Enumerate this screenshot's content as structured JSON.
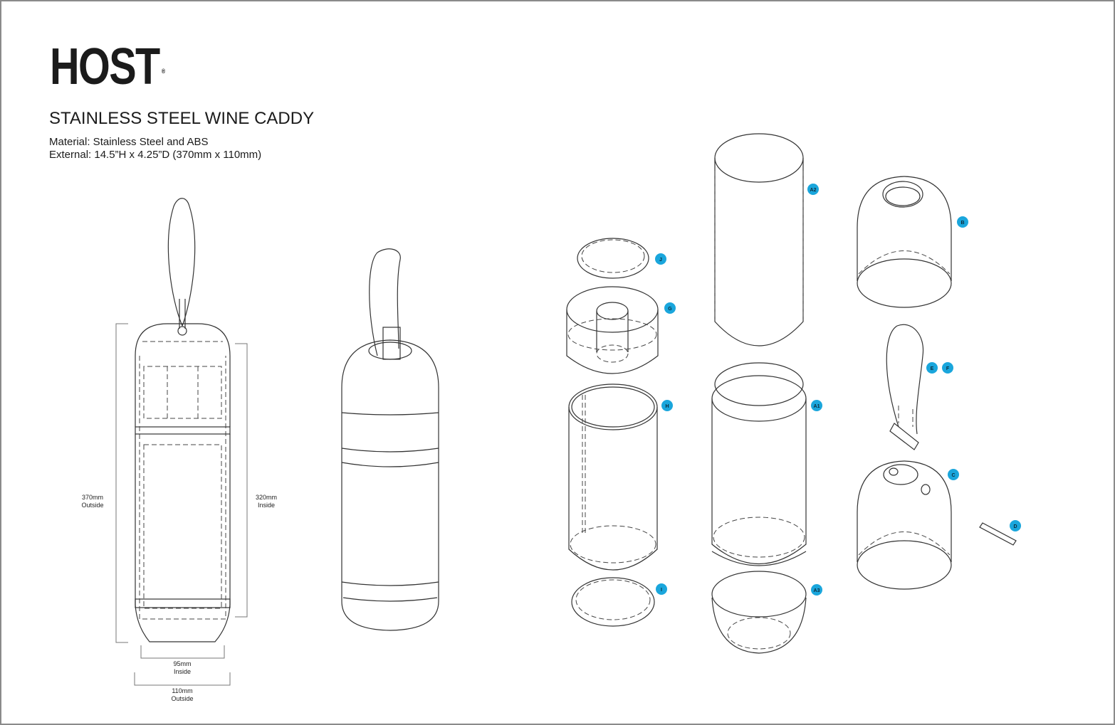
{
  "brand": {
    "logo_text": "HOST",
    "registered_mark": "®"
  },
  "title": "STAINLESS STEEL WINE CADDY",
  "specs": {
    "material": "Material: Stainless Steel and ABS",
    "external": "External: 14.5”H x 4.25”D (370mm x 110mm)"
  },
  "dimensions": {
    "outside_height": {
      "value": "370mm",
      "label": "Outside"
    },
    "inside_height": {
      "value": "320mm",
      "label": "Inside"
    },
    "inside_width": {
      "value": "95mm",
      "label": "Inside"
    },
    "outside_width": {
      "value": "110mm",
      "label": "Outside"
    }
  },
  "parts": [
    {
      "id": "A2"
    },
    {
      "id": "B"
    },
    {
      "id": "J"
    },
    {
      "id": "G"
    },
    {
      "id": "E"
    },
    {
      "id": "F"
    },
    {
      "id": "H"
    },
    {
      "id": "A1"
    },
    {
      "id": "C"
    },
    {
      "id": "D"
    },
    {
      "id": "I"
    },
    {
      "id": "A3"
    }
  ],
  "colors": {
    "badge": "#1aa6dc",
    "line": "#333333"
  }
}
